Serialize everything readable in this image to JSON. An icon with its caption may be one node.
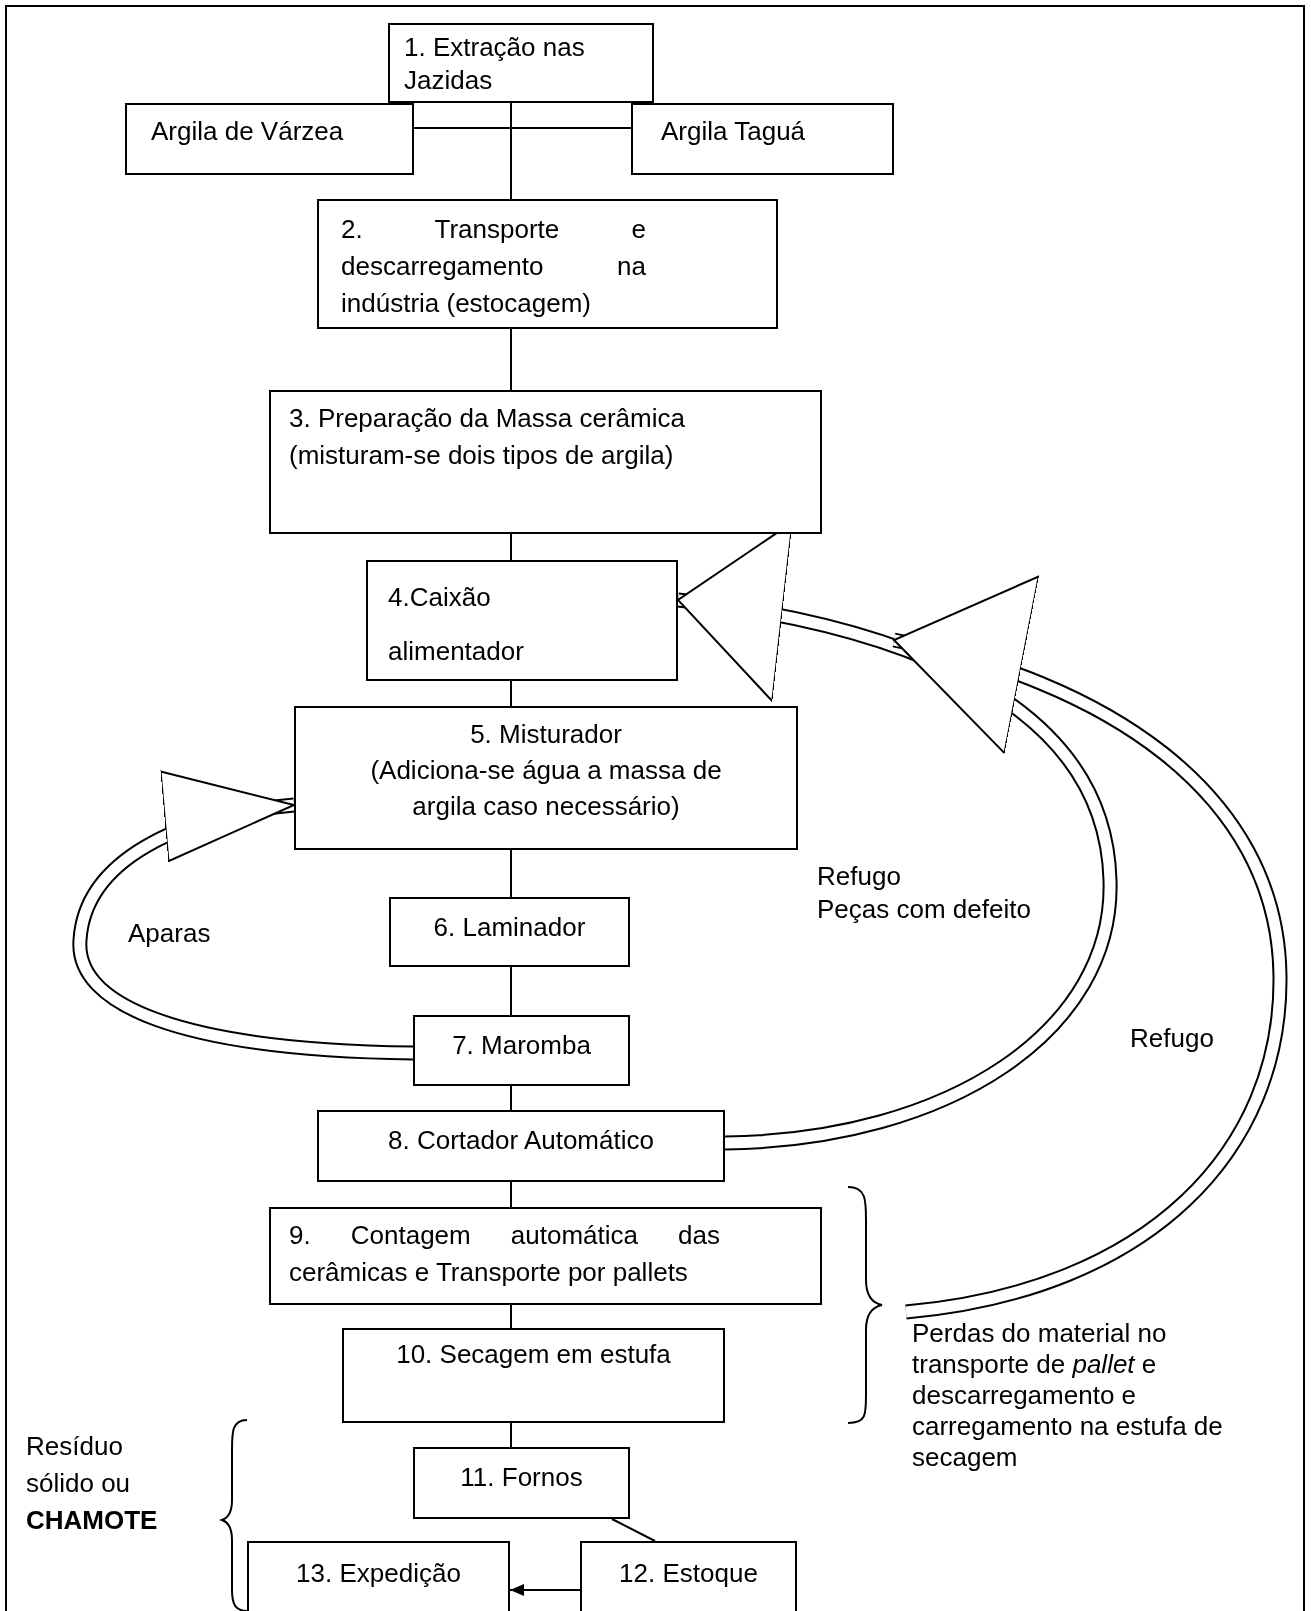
{
  "diagram": {
    "nodes": [
      {
        "text": [
          "1. Extração nas Jazidas"
        ]
      },
      {
        "text": [
          "Argila de Várzea"
        ]
      },
      {
        "text": [
          "Argila Taguá"
        ]
      },
      {
        "text": [
          "2. Transporte e descarregamento na indústria (estocagem)"
        ]
      },
      {
        "text": [
          "3. Preparação da Massa cerâmica",
          "(misturam-se dois tipos de argila)"
        ]
      },
      {
        "text": [
          "4.Caixão alimentador"
        ]
      },
      {
        "text": [
          "5. Misturador",
          "(Adiciona-se água a massa de argila caso necessário)"
        ]
      },
      {
        "text": [
          "6. Laminador"
        ]
      },
      {
        "text": [
          "7. Maromba"
        ]
      },
      {
        "text": [
          "8. Cortador Automático"
        ]
      },
      {
        "text": [
          "9. Contagem automática das cerâmicas e Transporte por pallets"
        ]
      },
      {
        "text": [
          "10. Secagem em estufa"
        ]
      },
      {
        "text": [
          "11. Fornos"
        ]
      },
      {
        "text": [
          "12. Estoque"
        ]
      },
      {
        "text": [
          "13. Expedição"
        ]
      },
      {
        "text": [
          "Perdas do material no transporte de *pallet* e descarregamento e carregamento na estufa de secagem"
        ]
      }
    ],
    "edges": [
      {
        "from": 0,
        "to": 1,
        "arrow": "none"
      },
      {
        "from": 0,
        "to": 2,
        "arrow": "none"
      },
      {
        "from": 0,
        "to": 3,
        "arrow": "none"
      },
      {
        "from": 3,
        "to": 4,
        "arrow": "none"
      },
      {
        "from": 4,
        "to": 5,
        "arrow": "none"
      },
      {
        "from": 5,
        "to": 6,
        "arrow": "none"
      },
      {
        "from": 6,
        "to": 7,
        "arrow": "none"
      },
      {
        "from": 7,
        "to": 8,
        "arrow": "none"
      },
      {
        "from": 8,
        "to": 9,
        "arrow": "none"
      },
      {
        "from": 9,
        "to": 10,
        "arrow": "none"
      },
      {
        "from": 10,
        "to": 11,
        "arrow": "none"
      },
      {
        "from": 11,
        "to": 12,
        "arrow": "none"
      },
      {
        "from": 12,
        "to": 13,
        "arrow": "none"
      },
      {
        "from": 13,
        "to": 14,
        "arrow": "to"
      },
      {
        "from": 8,
        "to": 6,
        "arrow": "to",
        "label": "Aparas",
        "style": "thick"
      },
      {
        "from": 9,
        "to": 5,
        "arrow": "to",
        "label": "Refugo Peças com defeito",
        "style": "thick"
      },
      {
        "from": 15,
        "to": null,
        "arrow": "to",
        "label": "Refugo",
        "style": "thick"
      }
    ],
    "labels": [
      "Resíduo sólido ou **CHAMOTE**"
    ]
  }
}
